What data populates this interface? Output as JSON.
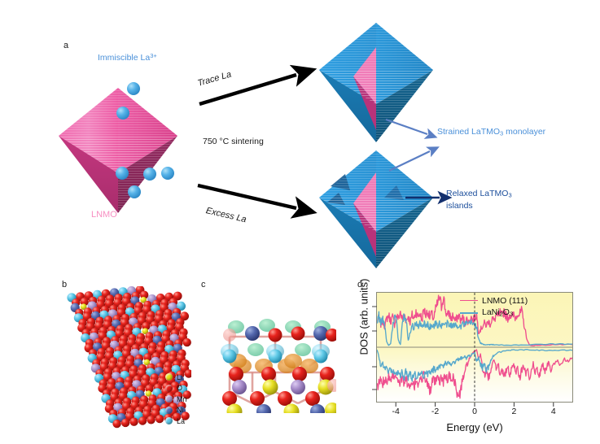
{
  "figure": {
    "panels": [
      {
        "id": "a",
        "label": "a"
      },
      {
        "id": "b",
        "label": "b"
      },
      {
        "id": "c",
        "label": "c"
      },
      {
        "id": "d",
        "label": "d"
      }
    ]
  },
  "panel_a": {
    "immiscible_label": "Immiscible La",
    "immiscible_sup": "3+",
    "lnmo_label": "LNMO",
    "arrow_trace": "Trace La",
    "arrow_excess": "Excess La",
    "sintering": "750 °C sintering",
    "strained_label_pre": "Strained LaTMO",
    "strained_label_sub": "3",
    "strained_label_post": " monolayer",
    "relaxed_label_pre": "Relaxed LaTMO",
    "relaxed_label_sub": "3",
    "relaxed_label_post": "islands",
    "colors": {
      "lnmo_pink": "#e8559b",
      "octa_blue": "#2e9fe0",
      "octa_blue_dark": "#1b7cb5",
      "la_sphere": "#4aa8e0",
      "text_blue": "#4a90d9",
      "text_darkblue": "#1d4f9c",
      "text_pink": "#f78fc2"
    }
  },
  "panel_b": {
    "atom_legend": [
      {
        "element": "Li",
        "color": "#e8e01c"
      },
      {
        "element": "O",
        "color": "#e01b18"
      },
      {
        "element": "Mn",
        "color": "#b09bd0"
      },
      {
        "element": "Ni",
        "color": "#5b6fb5"
      },
      {
        "element": "La",
        "color": "#5ec8e8"
      }
    ]
  },
  "panel_c": {
    "description": "charge density isosurface at LaTMO3/LNMO interface"
  },
  "chart_data": {
    "type": "line",
    "title": "",
    "xlabel": "Energy (eV)",
    "ylabel": "DOS (arb. units)",
    "xlim": [
      -5,
      5
    ],
    "ylim": [
      -1.05,
      1.05
    ],
    "xticks": [
      -4,
      -2,
      0,
      2,
      4
    ],
    "xticklabels": [
      "-4",
      "-2",
      "0",
      "2",
      "4"
    ],
    "grid": false,
    "legend_position": "top-right",
    "fermi_line": {
      "x": 0,
      "style": "dashed",
      "color": "#3a3a3a"
    },
    "zero_line": {
      "y": 0,
      "style": "solid",
      "color": "#8a8a7a"
    },
    "plot_background": "#fbf5b6",
    "series": [
      {
        "name": "LNMO (111)",
        "color": "#ef4e8e",
        "spin_up": {
          "x": [
            -5.0,
            -4.9,
            -4.8,
            -4.7,
            -4.6,
            -4.5,
            -4.4,
            -4.3,
            -4.2,
            -4.1,
            -4.0,
            -3.9,
            -3.8,
            -3.7,
            -3.6,
            -3.5,
            -3.4,
            -3.3,
            -3.2,
            -3.1,
            -3.0,
            -2.9,
            -2.8,
            -2.7,
            -2.6,
            -2.5,
            -2.4,
            -2.3,
            -2.2,
            -2.1,
            -2.0,
            -1.9,
            -1.8,
            -1.7,
            -1.6,
            -1.5,
            -1.4,
            -1.3,
            -1.2,
            -1.1,
            -1.0,
            -0.9,
            -0.8,
            -0.7,
            -0.6,
            -0.5,
            -0.4,
            -0.3,
            -0.2,
            -0.1,
            0.0,
            0.1,
            0.2,
            0.3,
            0.4,
            0.5,
            0.6,
            0.7,
            0.8,
            0.9,
            1.0,
            1.1,
            1.2,
            1.3,
            1.4,
            1.5,
            1.6,
            1.7,
            1.8,
            1.9,
            2.0,
            2.1,
            2.2,
            2.3,
            2.4,
            2.5,
            2.6,
            2.7,
            2.8,
            2.9,
            3.0,
            3.2,
            3.5,
            4.0,
            4.5,
            5.0
          ],
          "y": [
            0.5,
            0.56,
            0.44,
            0.52,
            0.4,
            0.55,
            0.62,
            0.5,
            0.58,
            0.44,
            0.62,
            0.55,
            0.68,
            0.52,
            0.65,
            0.5,
            0.6,
            0.48,
            0.62,
            0.55,
            0.7,
            0.58,
            0.66,
            0.52,
            0.74,
            0.62,
            0.7,
            0.58,
            0.64,
            0.55,
            0.72,
            0.84,
            0.95,
            0.78,
            1.0,
            0.72,
            0.6,
            0.66,
            0.54,
            0.62,
            0.5,
            0.56,
            0.62,
            0.5,
            0.58,
            0.46,
            0.54,
            0.48,
            0.6,
            0.52,
            0.58,
            0.62,
            0.3,
            0.34,
            0.4,
            0.46,
            0.42,
            0.5,
            0.44,
            0.56,
            0.5,
            0.62,
            0.58,
            0.66,
            0.6,
            0.7,
            0.62,
            0.56,
            0.64,
            0.58,
            0.62,
            0.56,
            0.68,
            0.62,
            0.7,
            0.5,
            0.3,
            0.12,
            0.05,
            0.03,
            0.03,
            0.04,
            0.04,
            0.05,
            0.05,
            0.05
          ]
        },
        "spin_down": {
          "x": [
            -5.0,
            -4.9,
            -4.8,
            -4.7,
            -4.6,
            -4.5,
            -4.4,
            -4.3,
            -4.2,
            -4.1,
            -4.0,
            -3.9,
            -3.8,
            -3.7,
            -3.6,
            -3.5,
            -3.4,
            -3.3,
            -3.2,
            -3.1,
            -3.0,
            -2.9,
            -2.8,
            -2.7,
            -2.6,
            -2.5,
            -2.4,
            -2.3,
            -2.2,
            -2.1,
            -2.0,
            -1.9,
            -1.8,
            -1.7,
            -1.6,
            -1.5,
            -1.4,
            -1.3,
            -1.2,
            -1.1,
            -1.0,
            -0.9,
            -0.8,
            -0.7,
            -0.6,
            -0.5,
            -0.4,
            -0.3,
            -0.2,
            -0.1,
            0.0,
            0.1,
            0.2,
            0.3,
            0.4,
            0.5,
            0.6,
            0.7,
            0.8,
            0.9,
            1.0,
            1.1,
            1.2,
            1.3,
            1.4,
            1.5,
            1.6,
            1.7,
            1.8,
            1.9,
            2.0,
            2.1,
            2.2,
            2.3,
            2.4,
            2.5,
            2.6,
            2.7,
            2.8,
            2.9,
            3.0,
            3.1,
            3.2,
            3.3,
            3.4,
            3.5,
            3.6,
            3.7,
            3.8,
            3.9,
            4.0,
            4.2,
            4.4,
            4.6,
            4.8,
            5.0
          ],
          "y": [
            -0.8,
            -0.7,
            -0.62,
            -0.7,
            -0.58,
            -0.66,
            -0.54,
            -0.62,
            -0.5,
            -0.6,
            -0.52,
            -0.62,
            -0.7,
            -0.58,
            -0.68,
            -0.6,
            -0.74,
            -0.82,
            -0.7,
            -0.78,
            -0.62,
            -0.7,
            -0.58,
            -0.66,
            -0.52,
            -0.62,
            -0.72,
            -0.84,
            -0.72,
            -0.62,
            -0.7,
            -0.6,
            -0.68,
            -0.58,
            -0.66,
            -0.56,
            -0.62,
            -0.54,
            -0.62,
            -0.56,
            -0.7,
            -0.9,
            -0.98,
            -0.8,
            -0.6,
            -0.46,
            -0.34,
            -0.26,
            -0.18,
            -0.12,
            -0.08,
            -0.05,
            -0.22,
            -0.14,
            -0.4,
            -0.55,
            -0.45,
            -0.6,
            -0.5,
            -0.3,
            -0.22,
            -0.42,
            -0.3,
            -0.52,
            -0.4,
            -0.6,
            -0.48,
            -0.38,
            -0.55,
            -0.42,
            -0.3,
            -0.5,
            -0.38,
            -0.58,
            -0.46,
            -0.34,
            -0.52,
            -0.4,
            -0.58,
            -0.44,
            -0.32,
            -0.5,
            -0.38,
            -0.56,
            -0.42,
            -0.34,
            -0.48,
            -0.36,
            -0.3,
            -0.42,
            -0.34,
            -0.26,
            -0.32,
            -0.24,
            -0.28,
            -0.2
          ]
        }
      },
      {
        "name": "LaNi2O3",
        "name_pre": "LaNi",
        "name_sub1": "2",
        "name_mid": "O",
        "name_sub2": "3",
        "color": "#56a8cc",
        "spin_up": {
          "x": [
            -5.0,
            -4.9,
            -4.8,
            -4.7,
            -4.6,
            -4.5,
            -4.4,
            -4.3,
            -4.2,
            -4.1,
            -4.0,
            -3.9,
            -3.8,
            -3.7,
            -3.6,
            -3.5,
            -3.4,
            -3.3,
            -3.2,
            -3.1,
            -3.0,
            -2.9,
            -2.8,
            -2.7,
            -2.6,
            -2.5,
            -2.4,
            -2.3,
            -2.2,
            -2.1,
            -2.0,
            -1.9,
            -1.8,
            -1.7,
            -1.6,
            -1.5,
            -1.4,
            -1.3,
            -1.2,
            -1.1,
            -1.0,
            -0.9,
            -0.8,
            -0.7,
            -0.6,
            -0.5,
            -0.4,
            -0.3,
            -0.2,
            -0.1,
            0.0,
            0.1,
            0.2,
            0.3,
            0.4,
            0.5,
            0.6,
            0.7,
            0.8,
            0.9,
            1.0,
            1.5,
            2.0,
            2.5,
            3.0,
            3.5,
            4.0,
            4.5,
            5.0
          ],
          "y": [
            0.52,
            0.6,
            0.46,
            0.54,
            0.42,
            0.1,
            0.04,
            0.06,
            0.4,
            0.58,
            0.48,
            0.12,
            0.06,
            0.45,
            0.62,
            0.52,
            0.14,
            0.3,
            0.44,
            0.36,
            0.48,
            0.4,
            0.46,
            0.38,
            0.46,
            0.4,
            0.44,
            0.38,
            0.44,
            0.4,
            0.46,
            0.42,
            0.46,
            0.4,
            0.46,
            0.42,
            0.46,
            0.4,
            0.44,
            0.4,
            0.44,
            0.4,
            0.44,
            0.4,
            0.46,
            0.42,
            0.46,
            0.44,
            0.48,
            0.44,
            0.46,
            0.4,
            0.16,
            0.08,
            0.06,
            0.05,
            0.05,
            0.05,
            0.05,
            0.05,
            0.05,
            0.04,
            0.04,
            0.04,
            0.05,
            0.06,
            0.06,
            0.06,
            0.06
          ]
        },
        "spin_down": {
          "x": [
            -5.0,
            -4.9,
            -4.8,
            -4.7,
            -4.6,
            -4.5,
            -4.4,
            -4.3,
            -4.2,
            -4.1,
            -4.0,
            -3.9,
            -3.8,
            -3.7,
            -3.6,
            -3.5,
            -3.4,
            -3.3,
            -3.2,
            -3.1,
            -3.0,
            -2.9,
            -2.8,
            -2.7,
            -2.6,
            -2.5,
            -2.4,
            -2.3,
            -2.2,
            -2.1,
            -2.0,
            -1.9,
            -1.8,
            -1.7,
            -1.6,
            -1.5,
            -1.4,
            -1.3,
            -1.2,
            -1.1,
            -1.0,
            -0.9,
            -0.8,
            -0.7,
            -0.6,
            -0.5,
            -0.4,
            -0.3,
            -0.2,
            -0.1,
            0.0,
            0.1,
            0.2,
            0.3,
            0.4,
            0.5,
            0.6,
            0.7,
            0.8,
            0.9,
            1.0,
            1.2,
            1.5,
            1.8,
            2.0,
            2.3,
            2.6,
            3.0,
            3.4,
            3.8,
            4.2,
            4.6,
            5.0
          ],
          "y": [
            -0.05,
            -0.18,
            -0.38,
            -0.3,
            -0.44,
            -0.36,
            -0.5,
            -0.4,
            -0.52,
            -0.44,
            -0.54,
            -0.46,
            -0.58,
            -0.48,
            -0.56,
            -0.46,
            -0.56,
            -0.48,
            -0.58,
            -0.5,
            -0.58,
            -0.5,
            -0.56,
            -0.48,
            -0.54,
            -0.46,
            -0.52,
            -0.44,
            -0.48,
            -0.42,
            -0.44,
            -0.38,
            -0.4,
            -0.34,
            -0.36,
            -0.3,
            -0.34,
            -0.28,
            -0.32,
            -0.26,
            -0.3,
            -0.22,
            -0.26,
            -0.2,
            -0.24,
            -0.18,
            -0.22,
            -0.16,
            -0.18,
            -0.12,
            -0.1,
            -0.26,
            -0.2,
            -0.32,
            -0.4,
            -0.3,
            -0.45,
            -0.38,
            -0.3,
            -0.2,
            -0.14,
            -0.1,
            -0.08,
            -0.06,
            -0.05,
            -0.05,
            -0.05,
            -0.05,
            -0.06,
            -0.06,
            -0.06,
            -0.06,
            -0.06
          ]
        }
      }
    ]
  }
}
